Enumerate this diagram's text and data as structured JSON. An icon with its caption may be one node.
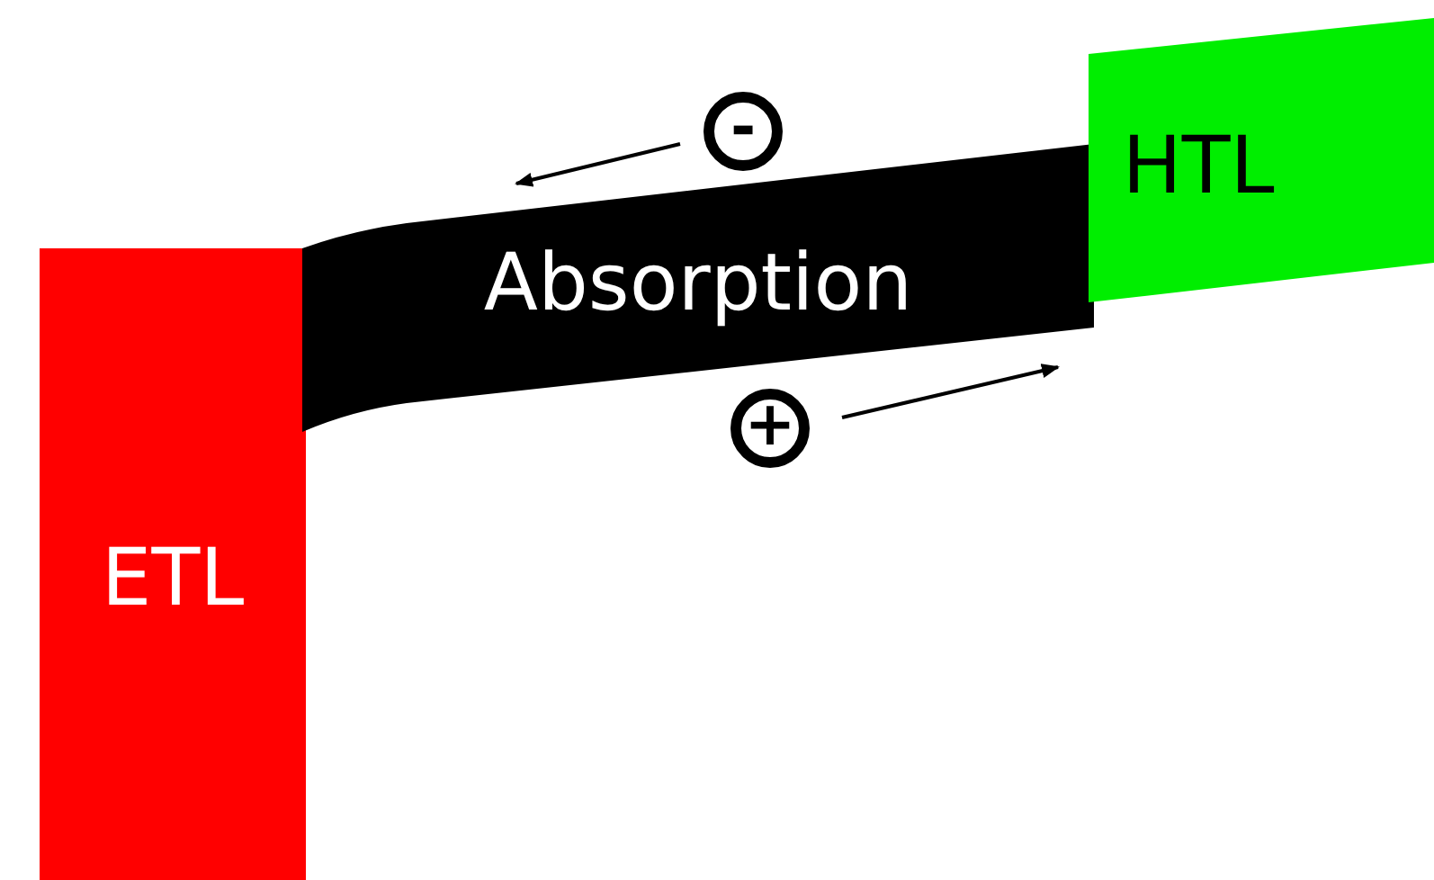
{
  "diagram": {
    "nodes": [
      {
        "text": [
          "ETL"
        ]
      },
      {
        "text": [
          "Absorption"
        ]
      },
      {
        "text": [
          "HTL"
        ]
      },
      {
        "text": [
          "-"
        ]
      },
      {
        "text": [
          "+"
        ]
      }
    ]
  }
}
